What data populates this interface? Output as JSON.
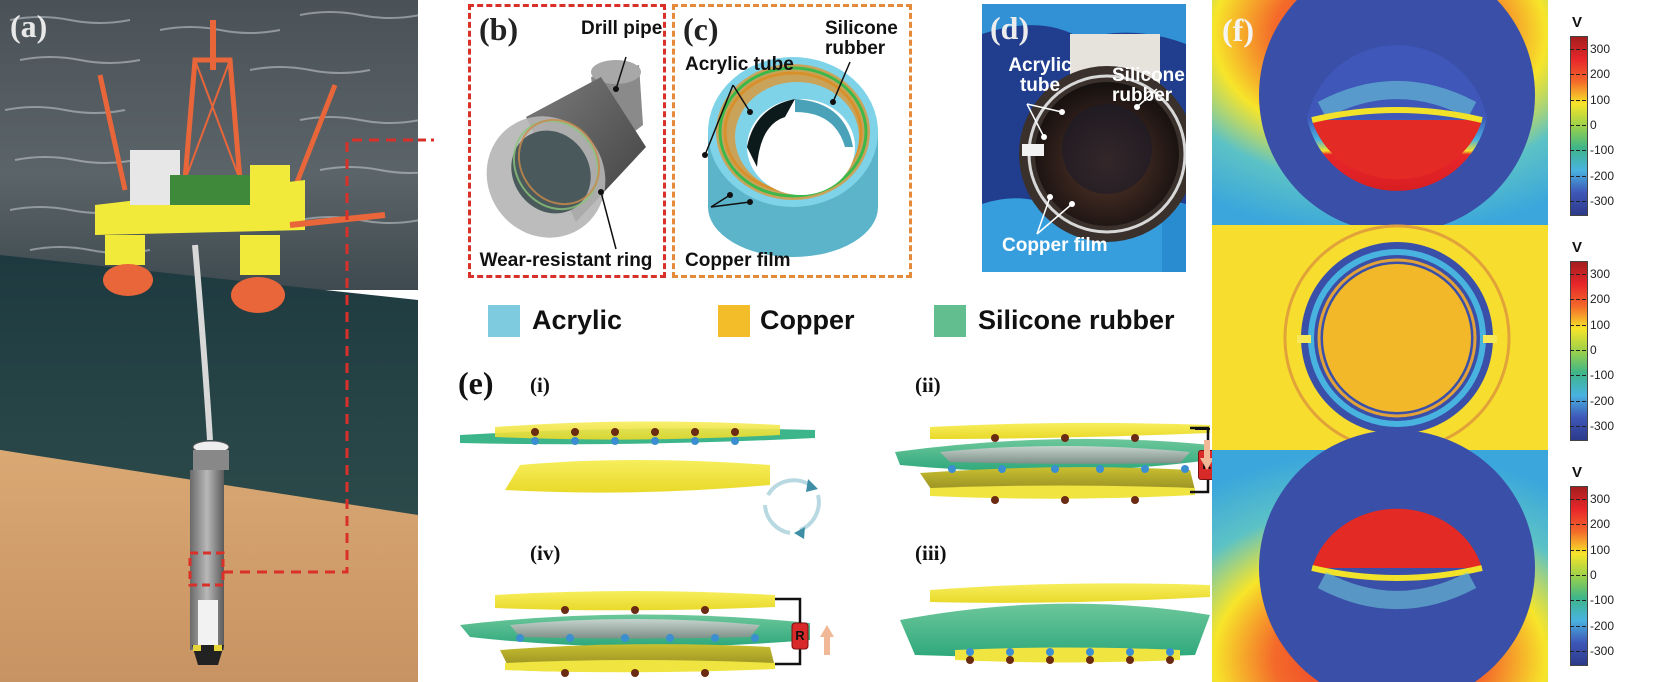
{
  "figure": {
    "panels": {
      "a": {
        "label": "(a)",
        "description": "offshore drilling platform with drill pipe into seabed"
      },
      "b": {
        "label": "(b)",
        "callouts": [
          "Drill pipe",
          "Wear-resistant ring"
        ]
      },
      "c": {
        "label": "(c)",
        "callouts": [
          "Acrylic tube",
          "Silicone rubber",
          "Copper film"
        ]
      },
      "d": {
        "label": "(d)",
        "callouts": [
          "Acrylic tube",
          "Silicone rubber",
          "Copper film"
        ]
      },
      "e": {
        "label": "(e)",
        "stages": [
          "(i)",
          "(ii)",
          "(iii)",
          "(iv)"
        ],
        "resistor_label": "R"
      },
      "f": {
        "label": "(f)",
        "colorbar": {
          "unit": "V",
          "ticks": [
            "300",
            "200",
            "100",
            "0",
            "-100",
            "-200",
            "-300"
          ],
          "range": [
            -350,
            350
          ]
        }
      }
    },
    "legend": [
      {
        "label": "Acrylic",
        "color": "#7ecbe0"
      },
      {
        "label": "Copper",
        "color": "#f3bd2a"
      },
      {
        "label": "Silicone rubber",
        "color": "#62bd8f"
      }
    ],
    "colors": {
      "frame_b": "#d9302a",
      "frame_c": "#e58a3a",
      "copper_layer": "#f2e640",
      "silicone_layer": "#3db58a",
      "electron": "#3b8fd0",
      "positive_charge": "#6b2a12"
    }
  }
}
